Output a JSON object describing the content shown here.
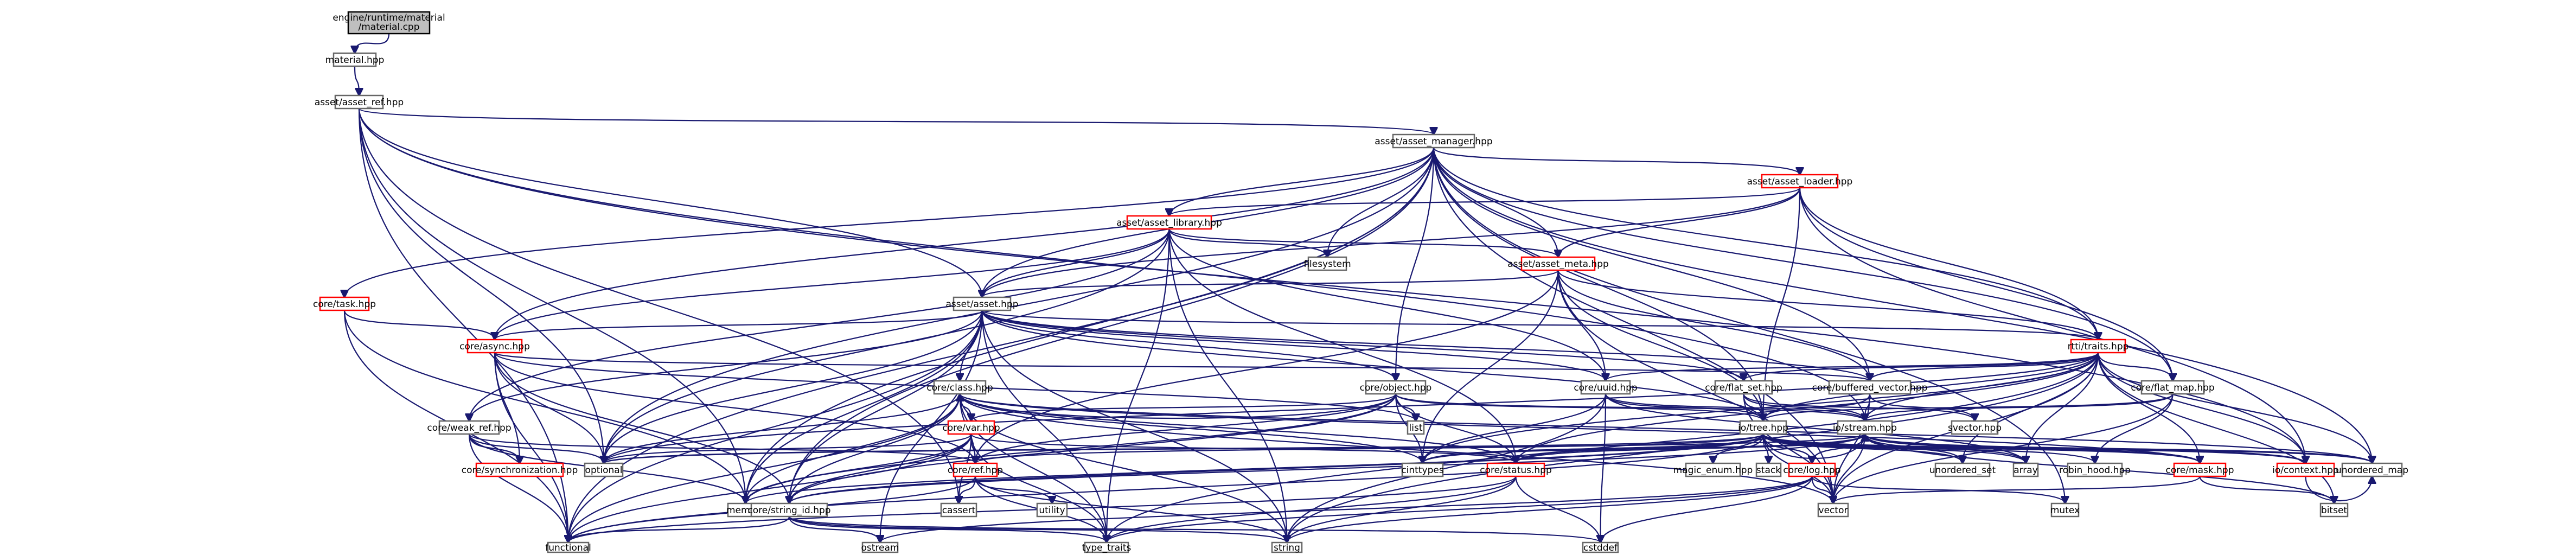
{
  "graph": {
    "nodes": [
      {
        "id": "root",
        "label": "engine/runtime/material/material.cpp",
        "lines": [
          "engine/runtime/material",
          "/material.cpp"
        ],
        "style": "root"
      },
      {
        "id": "material",
        "label": "material.hpp",
        "style": "normal"
      },
      {
        "id": "asset_ref",
        "label": "asset/asset_ref.hpp",
        "style": "normal"
      },
      {
        "id": "asset_manager",
        "label": "asset/asset_manager.hpp",
        "style": "normal"
      },
      {
        "id": "asset_loader",
        "label": "asset/asset_loader.hpp",
        "style": "red"
      },
      {
        "id": "asset_library",
        "label": "asset/asset_library.hpp",
        "style": "red"
      },
      {
        "id": "asset_meta",
        "label": "asset/asset_meta.hpp",
        "style": "red"
      },
      {
        "id": "asset",
        "label": "asset/asset.hpp",
        "style": "normal"
      },
      {
        "id": "filesystem",
        "label": "filesystem",
        "style": "normal"
      },
      {
        "id": "task",
        "label": "core/task.hpp",
        "style": "red"
      },
      {
        "id": "async",
        "label": "core/async.hpp",
        "style": "red"
      },
      {
        "id": "rtti_traits",
        "label": "rtti/traits.hpp",
        "style": "red"
      },
      {
        "id": "class",
        "label": "core/class.hpp",
        "style": "normal"
      },
      {
        "id": "object",
        "label": "core/object.hpp",
        "style": "normal"
      },
      {
        "id": "uuid",
        "label": "core/uuid.hpp",
        "style": "normal"
      },
      {
        "id": "flat_set",
        "label": "core/flat_set.hpp",
        "style": "normal"
      },
      {
        "id": "buffered_vector",
        "label": "core/buffered_vector.hpp",
        "style": "normal"
      },
      {
        "id": "flat_map",
        "label": "core/flat_map.hpp",
        "style": "normal"
      },
      {
        "id": "weak_ref",
        "label": "core/weak_ref.hpp",
        "style": "normal"
      },
      {
        "id": "var",
        "label": "core/var.hpp",
        "style": "red"
      },
      {
        "id": "ref",
        "label": "core/ref.hpp",
        "style": "red"
      },
      {
        "id": "synchronization",
        "label": "core/synchronization.hpp",
        "style": "red"
      },
      {
        "id": "optional",
        "label": "optional",
        "style": "normal"
      },
      {
        "id": "list",
        "label": "list",
        "style": "normal"
      },
      {
        "id": "iotree",
        "label": "io/tree.hpp",
        "style": "normal"
      },
      {
        "id": "stream",
        "label": "io/stream.hpp",
        "style": "normal"
      },
      {
        "id": "svector",
        "label": "svector.hpp",
        "style": "normal"
      },
      {
        "id": "cstdint",
        "label": "cinttypes",
        "style": "normal"
      },
      {
        "id": "status",
        "label": "core/status.hpp",
        "style": "red"
      },
      {
        "id": "log",
        "label": "core/log.hpp",
        "style": "red"
      },
      {
        "id": "mask",
        "label": "core/mask.hpp",
        "style": "red"
      },
      {
        "id": "context",
        "label": "io/context.hpp",
        "style": "red"
      },
      {
        "id": "magic_enum",
        "label": "magic_enum.hpp",
        "style": "normal"
      },
      {
        "id": "stack",
        "label": "stack",
        "style": "normal"
      },
      {
        "id": "unordered_set",
        "label": "unordered_set",
        "style": "normal"
      },
      {
        "id": "array",
        "label": "array",
        "style": "normal"
      },
      {
        "id": "robin_hood",
        "label": "robin_hood.hpp",
        "style": "normal"
      },
      {
        "id": "unordered_map",
        "label": "unordered_map",
        "style": "normal"
      },
      {
        "id": "memory",
        "label": "memory",
        "style": "normal"
      },
      {
        "id": "cassert",
        "label": "cassert",
        "style": "normal"
      },
      {
        "id": "string_id",
        "label": "core/string_id.hpp",
        "style": "normal"
      },
      {
        "id": "utility",
        "label": "utility",
        "style": "normal"
      },
      {
        "id": "vector",
        "label": "vector",
        "style": "normal"
      },
      {
        "id": "mutex",
        "label": "mutex",
        "style": "normal"
      },
      {
        "id": "bitset",
        "label": "bitset",
        "style": "normal"
      },
      {
        "id": "functional",
        "label": "functional",
        "style": "normal"
      },
      {
        "id": "ostream",
        "label": "ostream",
        "style": "normal"
      },
      {
        "id": "type_traits",
        "label": "type_traits",
        "style": "normal"
      },
      {
        "id": "string",
        "label": "string",
        "style": "normal"
      },
      {
        "id": "cstddef",
        "label": "cstddef",
        "style": "normal"
      }
    ],
    "edges": [
      [
        "root",
        "material"
      ],
      [
        "material",
        "asset_ref"
      ],
      [
        "asset_ref",
        "asset_manager"
      ],
      [
        "asset_ref",
        "asset"
      ],
      [
        "asset_ref",
        "optional"
      ],
      [
        "asset_ref",
        "functional"
      ],
      [
        "asset_ref",
        "cassert"
      ],
      [
        "asset_ref",
        "memory"
      ],
      [
        "asset_ref",
        "stream"
      ],
      [
        "asset_ref",
        "context"
      ],
      [
        "asset_manager",
        "asset_loader"
      ],
      [
        "asset_manager",
        "asset_library"
      ],
      [
        "asset_manager",
        "asset_meta"
      ],
      [
        "asset_manager",
        "asset"
      ],
      [
        "asset_manager",
        "filesystem"
      ],
      [
        "asset_manager",
        "task"
      ],
      [
        "asset_manager",
        "async"
      ],
      [
        "asset_manager",
        "rtti_traits"
      ],
      [
        "asset_manager",
        "object"
      ],
      [
        "asset_manager",
        "buffered_vector"
      ],
      [
        "asset_manager",
        "flat_map"
      ],
      [
        "asset_manager",
        "iotree"
      ],
      [
        "asset_manager",
        "unordered_map"
      ],
      [
        "asset_manager",
        "vector"
      ],
      [
        "asset_manager",
        "string_id"
      ],
      [
        "asset_manager",
        "functional"
      ],
      [
        "asset_manager",
        "memory"
      ],
      [
        "asset_manager",
        "mutex"
      ],
      [
        "asset_manager",
        "optional"
      ],
      [
        "asset_loader",
        "asset_library"
      ],
      [
        "asset_loader",
        "asset_meta"
      ],
      [
        "asset_loader",
        "asset"
      ],
      [
        "asset_loader",
        "rtti_traits"
      ],
      [
        "asset_loader",
        "flat_map"
      ],
      [
        "asset_loader",
        "context"
      ],
      [
        "asset_loader",
        "iotree"
      ],
      [
        "asset_library",
        "asset_meta"
      ],
      [
        "asset_library",
        "asset"
      ],
      [
        "asset_library",
        "filesystem"
      ],
      [
        "asset_library",
        "async"
      ],
      [
        "asset_library",
        "uuid"
      ],
      [
        "asset_library",
        "optional"
      ],
      [
        "asset_library",
        "status"
      ],
      [
        "asset_library",
        "string"
      ],
      [
        "asset_library",
        "type_traits"
      ],
      [
        "asset_library",
        "weak_ref"
      ],
      [
        "asset_meta",
        "asset"
      ],
      [
        "asset_meta",
        "rtti_traits"
      ],
      [
        "asset_meta",
        "uuid"
      ],
      [
        "asset_meta",
        "buffered_vector"
      ],
      [
        "asset_meta",
        "iotree"
      ],
      [
        "asset_meta",
        "ref"
      ],
      [
        "asset_meta",
        "vector"
      ],
      [
        "asset_meta",
        "cstdint"
      ],
      [
        "asset",
        "class"
      ],
      [
        "asset",
        "object"
      ],
      [
        "asset",
        "uuid"
      ],
      [
        "asset",
        "flat_set"
      ],
      [
        "asset",
        "buffered_vector"
      ],
      [
        "asset",
        "rtti_traits"
      ],
      [
        "asset",
        "async"
      ],
      [
        "asset",
        "weak_ref"
      ],
      [
        "asset",
        "optional"
      ],
      [
        "asset",
        "functional"
      ],
      [
        "asset",
        "memory"
      ],
      [
        "asset",
        "string_id"
      ],
      [
        "asset",
        "iotree"
      ],
      [
        "asset",
        "string"
      ],
      [
        "asset",
        "type_traits"
      ],
      [
        "asset",
        "ostream"
      ],
      [
        "task",
        "async"
      ],
      [
        "task",
        "functional"
      ],
      [
        "task",
        "memory"
      ],
      [
        "async",
        "synchronization"
      ],
      [
        "async",
        "optional"
      ],
      [
        "async",
        "functional"
      ],
      [
        "async",
        "ref"
      ],
      [
        "async",
        "list"
      ],
      [
        "async",
        "string_id"
      ],
      [
        "async",
        "buffered_vector"
      ],
      [
        "rtti_traits",
        "iotree"
      ],
      [
        "rtti_traits",
        "stream"
      ],
      [
        "rtti_traits",
        "flat_map"
      ],
      [
        "rtti_traits",
        "buffered_vector"
      ],
      [
        "rtti_traits",
        "flat_set"
      ],
      [
        "rtti_traits",
        "uuid"
      ],
      [
        "rtti_traits",
        "status"
      ],
      [
        "rtti_traits",
        "mask"
      ],
      [
        "rtti_traits",
        "context"
      ],
      [
        "rtti_traits",
        "unordered_map"
      ],
      [
        "rtti_traits",
        "vector"
      ],
      [
        "rtti_traits",
        "string"
      ],
      [
        "rtti_traits",
        "optional"
      ],
      [
        "rtti_traits",
        "cstdint"
      ],
      [
        "rtti_traits",
        "type_traits"
      ],
      [
        "rtti_traits",
        "bitset"
      ],
      [
        "rtti_traits",
        "array"
      ],
      [
        "rtti_traits",
        "unordered_set"
      ],
      [
        "class",
        "var"
      ],
      [
        "class",
        "ref"
      ],
      [
        "class",
        "string_id"
      ],
      [
        "class",
        "memory"
      ],
      [
        "class",
        "functional"
      ],
      [
        "class",
        "cstdint"
      ],
      [
        "class",
        "vector"
      ],
      [
        "class",
        "type_traits"
      ],
      [
        "class",
        "string"
      ],
      [
        "class",
        "status"
      ],
      [
        "class",
        "optional"
      ],
      [
        "class",
        "unordered_map"
      ],
      [
        "class",
        "mask"
      ],
      [
        "object",
        "class"
      ],
      [
        "object",
        "var"
      ],
      [
        "object",
        "ref"
      ],
      [
        "object",
        "iotree"
      ],
      [
        "object",
        "stream"
      ],
      [
        "object",
        "list"
      ],
      [
        "object",
        "cstdint"
      ],
      [
        "object",
        "string_id"
      ],
      [
        "object",
        "status"
      ],
      [
        "object",
        "memory"
      ],
      [
        "uuid",
        "iotree"
      ],
      [
        "uuid",
        "stream"
      ],
      [
        "uuid",
        "string"
      ],
      [
        "uuid",
        "array"
      ],
      [
        "uuid",
        "cstddef"
      ],
      [
        "uuid",
        "cstdint"
      ],
      [
        "flat_set",
        "iotree"
      ],
      [
        "flat_set",
        "stream"
      ],
      [
        "flat_set",
        "vector"
      ],
      [
        "flat_set",
        "svector"
      ],
      [
        "buffered_vector",
        "iotree"
      ],
      [
        "buffered_vector",
        "stream"
      ],
      [
        "buffered_vector",
        "svector"
      ],
      [
        "buffered_vector",
        "vector"
      ],
      [
        "flat_map",
        "iotree"
      ],
      [
        "flat_map",
        "stream"
      ],
      [
        "flat_map",
        "vector"
      ],
      [
        "flat_map",
        "robin_hood"
      ],
      [
        "weak_ref",
        "ref"
      ],
      [
        "weak_ref",
        "synchronization"
      ],
      [
        "weak_ref",
        "optional"
      ],
      [
        "weak_ref",
        "memory"
      ],
      [
        "weak_ref",
        "functional"
      ],
      [
        "var",
        "ref"
      ],
      [
        "var",
        "string_id"
      ],
      [
        "var",
        "status"
      ],
      [
        "var",
        "functional"
      ],
      [
        "var",
        "optional"
      ],
      [
        "var",
        "memory"
      ],
      [
        "var",
        "cassert"
      ],
      [
        "var",
        "type_traits"
      ],
      [
        "ref",
        "utility"
      ],
      [
        "ref",
        "type_traits"
      ],
      [
        "ref",
        "cassert"
      ],
      [
        "ref",
        "functional"
      ],
      [
        "ref",
        "string"
      ],
      [
        "iotree",
        "stream"
      ],
      [
        "iotree",
        "status"
      ],
      [
        "iotree",
        "magic_enum"
      ],
      [
        "iotree",
        "stack"
      ],
      [
        "iotree",
        "unordered_set"
      ],
      [
        "iotree",
        "array"
      ],
      [
        "iotree",
        "robin_hood"
      ],
      [
        "iotree",
        "unordered_map"
      ],
      [
        "iotree",
        "context"
      ],
      [
        "iotree",
        "mask"
      ],
      [
        "iotree",
        "log"
      ],
      [
        "iotree",
        "ref"
      ],
      [
        "iotree",
        "vector"
      ],
      [
        "iotree",
        "string_id"
      ],
      [
        "iotree",
        "optional"
      ],
      [
        "iotree",
        "cstdint"
      ],
      [
        "iotree",
        "memory"
      ],
      [
        "iotree",
        "functional"
      ],
      [
        "stream",
        "status"
      ],
      [
        "stream",
        "log"
      ],
      [
        "stream",
        "mask"
      ],
      [
        "stream",
        "context"
      ],
      [
        "stream",
        "unordered_map"
      ],
      [
        "stream",
        "unordered_set"
      ],
      [
        "stream",
        "array"
      ],
      [
        "stream",
        "vector"
      ],
      [
        "stream",
        "bitset"
      ],
      [
        "stream",
        "string_id"
      ],
      [
        "stream",
        "cstdint"
      ],
      [
        "stream",
        "optional"
      ],
      [
        "status",
        "string"
      ],
      [
        "status",
        "functional"
      ],
      [
        "status",
        "cstddef"
      ],
      [
        "status",
        "type_traits"
      ],
      [
        "log",
        "vector"
      ],
      [
        "log",
        "mutex"
      ],
      [
        "log",
        "string"
      ],
      [
        "log",
        "ostream"
      ],
      [
        "log",
        "type_traits"
      ],
      [
        "log",
        "cstddef"
      ],
      [
        "mask",
        "bitset"
      ],
      [
        "mask",
        "vector"
      ],
      [
        "string_id",
        "string"
      ],
      [
        "string_id",
        "functional"
      ],
      [
        "string_id",
        "ostream"
      ],
      [
        "string_id",
        "cstddef"
      ],
      [
        "string_id",
        "type_traits"
      ],
      [
        "context",
        "unordered_map"
      ]
    ]
  }
}
